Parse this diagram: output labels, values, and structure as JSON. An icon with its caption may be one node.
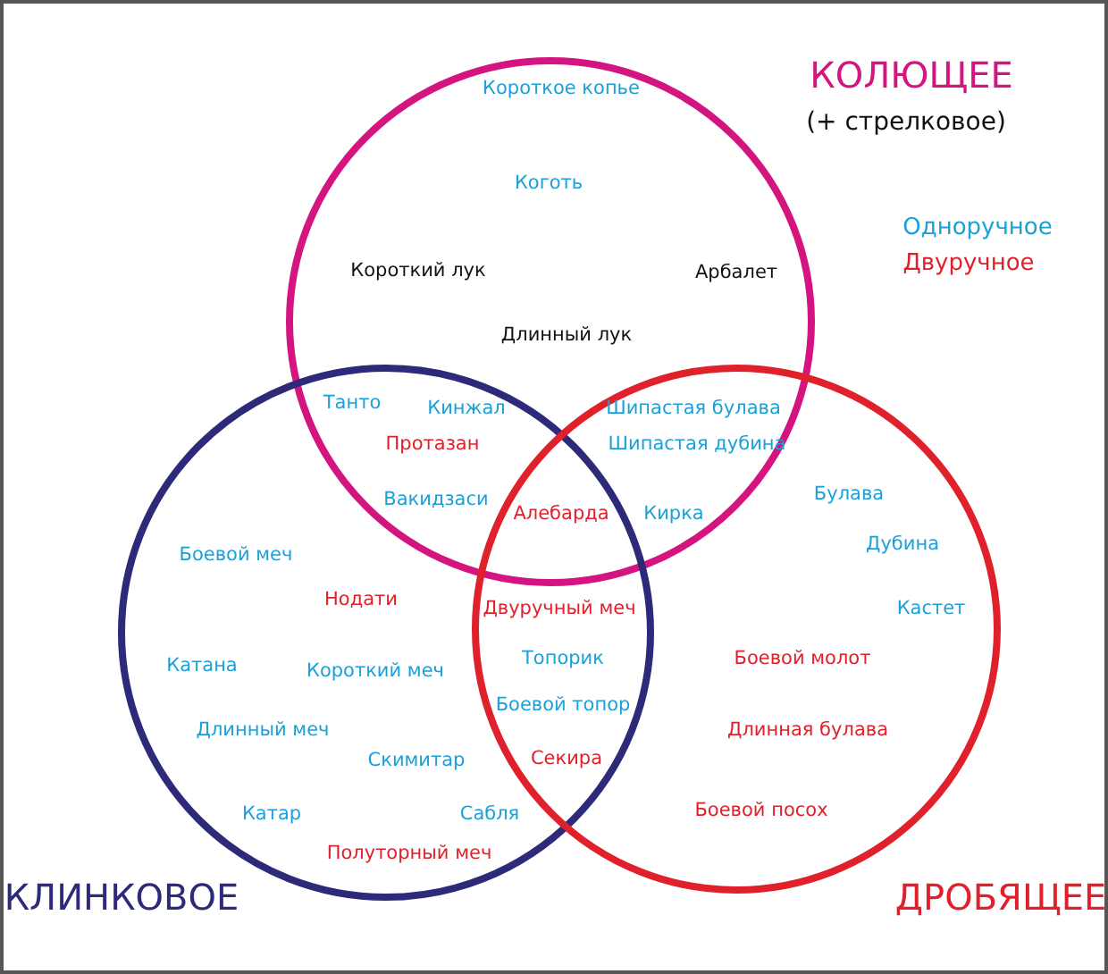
{
  "diagram": {
    "nodes": [
      {
        "text": [
          "КОЛЮЩЕЕ",
          "(+ стрелковое)"
        ]
      },
      {
        "text": [
          "КЛИНКОВОЕ"
        ]
      },
      {
        "text": [
          "ДРОБЯЩЕЕ"
        ]
      }
    ],
    "labels": [
      "Короткое копье",
      "Коготь",
      "Короткий лук",
      "Арбалет",
      "Длинный лук",
      "Танто",
      "Кинжал",
      "Шипастая булава",
      "Протазан",
      "Шипастая дубина",
      "Вакидзаси",
      "Алебарда",
      "Кирка",
      "Булава",
      "Дубина",
      "Боевой меч",
      "Нодати",
      "Двуручный меч",
      "Кастет",
      "Катана",
      "Короткий меч",
      "Топорик",
      "Боевой молот",
      "Боевой топор",
      "Длинный меч",
      "Длинная булава",
      "Скимитар",
      "Секира",
      "Катар",
      "Сабля",
      "Боевой посох",
      "Полуторный меч"
    ],
    "legend": [
      {
        "text": "Одноручное",
        "color": "#1ba0d8"
      },
      {
        "text": "Двуручное",
        "color": "#e0202a"
      }
    ]
  }
}
